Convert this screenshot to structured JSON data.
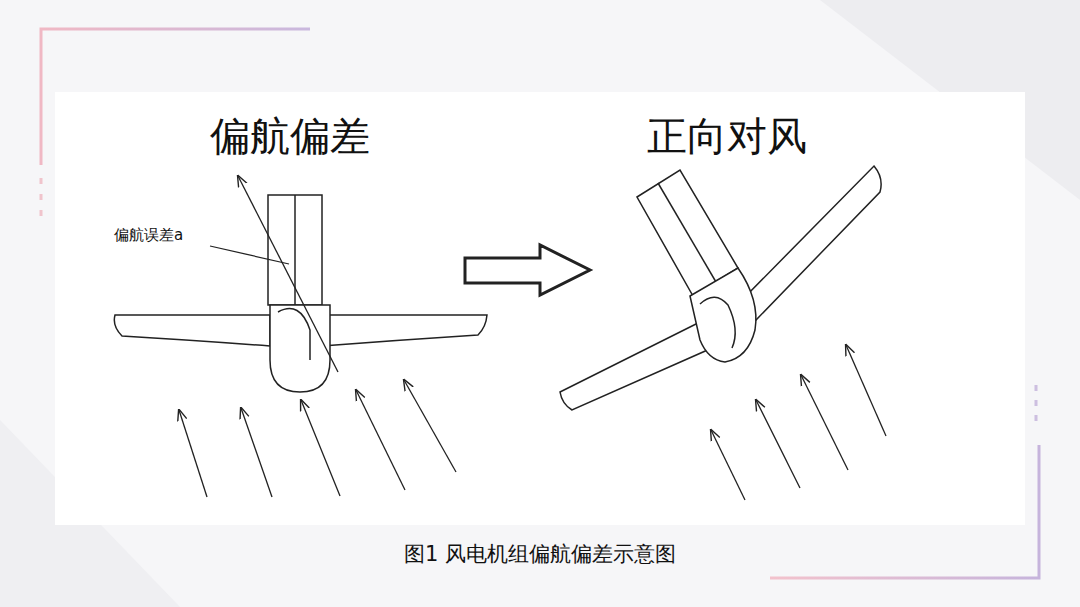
{
  "diagram": {
    "caption": "图1 风电机组偏航偏差示意图",
    "labels": [
      "偏航偏差",
      "偏航误差a",
      "正向对风"
    ]
  }
}
